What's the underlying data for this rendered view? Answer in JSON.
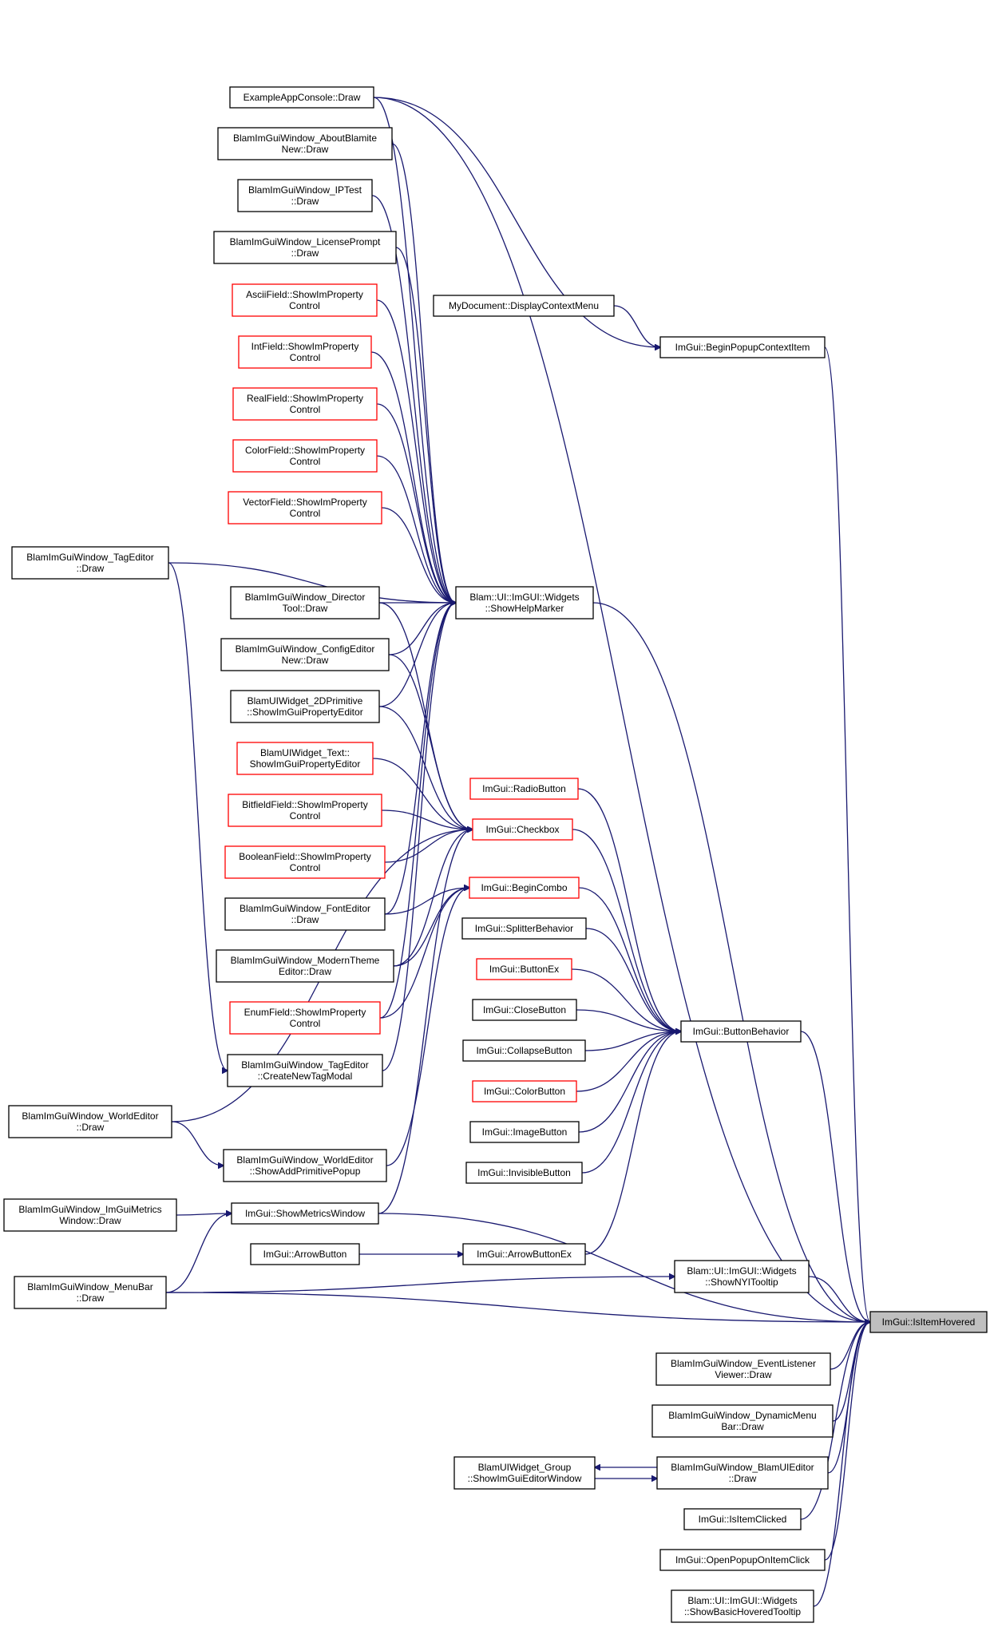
{
  "graph": {
    "nodes": [
      {
        "id": "isItemHovered",
        "lines": [
          "ImGui::IsItemHovered"
        ],
        "style": "highlight"
      },
      {
        "id": "appConsole",
        "lines": [
          "ExampleAppConsole::Draw"
        ],
        "style": "black"
      },
      {
        "id": "aboutBlamite",
        "lines": [
          "BlamImGuiWindow_AboutBlamite",
          "New::Draw"
        ],
        "style": "black"
      },
      {
        "id": "ipTest",
        "lines": [
          "BlamImGuiWindow_IPTest",
          "::Draw"
        ],
        "style": "black"
      },
      {
        "id": "licensePrompt",
        "lines": [
          "BlamImGuiWindow_LicensePrompt",
          "::Draw"
        ],
        "style": "black"
      },
      {
        "id": "asciiField",
        "lines": [
          "AsciiField::ShowImProperty",
          "Control"
        ],
        "style": "red"
      },
      {
        "id": "intField",
        "lines": [
          "IntField::ShowImProperty",
          "Control"
        ],
        "style": "red"
      },
      {
        "id": "realField",
        "lines": [
          "RealField::ShowImProperty",
          "Control"
        ],
        "style": "red"
      },
      {
        "id": "colorField",
        "lines": [
          "ColorField::ShowImProperty",
          "Control"
        ],
        "style": "red"
      },
      {
        "id": "vectorField",
        "lines": [
          "VectorField::ShowImProperty",
          "Control"
        ],
        "style": "red"
      },
      {
        "id": "directorTool",
        "lines": [
          "BlamImGuiWindow_Director",
          "Tool::Draw"
        ],
        "style": "black"
      },
      {
        "id": "configEditor",
        "lines": [
          "BlamImGuiWindow_ConfigEditor",
          "New::Draw"
        ],
        "style": "black"
      },
      {
        "id": "primitive2d",
        "lines": [
          "BlamUIWidget_2DPrimitive",
          "::ShowImGuiPropertyEditor"
        ],
        "style": "black"
      },
      {
        "id": "uiText",
        "lines": [
          "BlamUIWidget_Text::",
          "ShowImGuiPropertyEditor"
        ],
        "style": "red"
      },
      {
        "id": "bitfieldField",
        "lines": [
          "BitfieldField::ShowImProperty",
          "Control"
        ],
        "style": "red"
      },
      {
        "id": "booleanField",
        "lines": [
          "BooleanField::ShowImProperty",
          "Control"
        ],
        "style": "red"
      },
      {
        "id": "fontEditor",
        "lines": [
          "BlamImGuiWindow_FontEditor",
          "::Draw"
        ],
        "style": "black"
      },
      {
        "id": "modernTheme",
        "lines": [
          "BlamImGuiWindow_ModernTheme",
          "Editor::Draw"
        ],
        "style": "black"
      },
      {
        "id": "enumField",
        "lines": [
          "EnumField::ShowImProperty",
          "Control"
        ],
        "style": "red"
      },
      {
        "id": "createNewTag",
        "lines": [
          "BlamImGuiWindow_TagEditor",
          "::CreateNewTagModal"
        ],
        "style": "black"
      },
      {
        "id": "showAddPrim",
        "lines": [
          "BlamImGuiWindow_WorldEditor",
          "::ShowAddPrimitivePopup"
        ],
        "style": "black"
      },
      {
        "id": "tagEditor",
        "lines": [
          "BlamImGuiWindow_TagEditor",
          "::Draw"
        ],
        "style": "black"
      },
      {
        "id": "worldEditor",
        "lines": [
          "BlamImGuiWindow_WorldEditor",
          "::Draw"
        ],
        "style": "black"
      },
      {
        "id": "imguiMetrics",
        "lines": [
          "BlamImGuiWindow_ImGuiMetrics",
          "Window::Draw"
        ],
        "style": "black"
      },
      {
        "id": "menuBar",
        "lines": [
          "BlamImGuiWindow_MenuBar",
          "::Draw"
        ],
        "style": "black"
      },
      {
        "id": "myDocument",
        "lines": [
          "MyDocument::DisplayContextMenu"
        ],
        "style": "black"
      },
      {
        "id": "beginPopupCtx",
        "lines": [
          "ImGui::BeginPopupContextItem"
        ],
        "style": "black"
      },
      {
        "id": "showHelpMarker",
        "lines": [
          "Blam::UI::ImGUI::Widgets",
          "::ShowHelpMarker"
        ],
        "style": "black"
      },
      {
        "id": "radioButton",
        "lines": [
          "ImGui::RadioButton"
        ],
        "style": "red"
      },
      {
        "id": "checkbox",
        "lines": [
          "ImGui::Checkbox"
        ],
        "style": "red"
      },
      {
        "id": "beginCombo",
        "lines": [
          "ImGui::BeginCombo"
        ],
        "style": "red"
      },
      {
        "id": "splitter",
        "lines": [
          "ImGui::SplitterBehavior"
        ],
        "style": "black"
      },
      {
        "id": "buttonEx",
        "lines": [
          "ImGui::ButtonEx"
        ],
        "style": "red"
      },
      {
        "id": "closeButton",
        "lines": [
          "ImGui::CloseButton"
        ],
        "style": "black"
      },
      {
        "id": "collapseButton",
        "lines": [
          "ImGui::CollapseButton"
        ],
        "style": "black"
      },
      {
        "id": "colorButton",
        "lines": [
          "ImGui::ColorButton"
        ],
        "style": "red"
      },
      {
        "id": "imageButton",
        "lines": [
          "ImGui::ImageButton"
        ],
        "style": "black"
      },
      {
        "id": "invisibleButton",
        "lines": [
          "ImGui::InvisibleButton"
        ],
        "style": "black"
      },
      {
        "id": "buttonBehavior",
        "lines": [
          "ImGui::ButtonBehavior"
        ],
        "style": "black"
      },
      {
        "id": "showMetrics",
        "lines": [
          "ImGui::ShowMetricsWindow"
        ],
        "style": "black"
      },
      {
        "id": "arrowButton",
        "lines": [
          "ImGui::ArrowButton"
        ],
        "style": "black"
      },
      {
        "id": "arrowButtonEx",
        "lines": [
          "ImGui::ArrowButtonEx"
        ],
        "style": "black"
      },
      {
        "id": "showNYI",
        "lines": [
          "Blam::UI::ImGUI::Widgets",
          "::ShowNYITooltip"
        ],
        "style": "black"
      },
      {
        "id": "eventListener",
        "lines": [
          "BlamImGuiWindow_EventListener",
          "Viewer::Draw"
        ],
        "style": "black"
      },
      {
        "id": "dynamicMenu",
        "lines": [
          "BlamImGuiWindow_DynamicMenu",
          "Bar::Draw"
        ],
        "style": "black"
      },
      {
        "id": "blamUIEditor",
        "lines": [
          "BlamImGuiWindow_BlamUIEditor",
          "::Draw"
        ],
        "style": "black"
      },
      {
        "id": "uiGroup",
        "lines": [
          "BlamUIWidget_Group",
          "::ShowImGuiEditorWindow"
        ],
        "style": "black"
      },
      {
        "id": "isItemClicked",
        "lines": [
          "ImGui::IsItemClicked"
        ],
        "style": "black"
      },
      {
        "id": "openPopup",
        "lines": [
          "ImGui::OpenPopupOnItemClick"
        ],
        "style": "black"
      },
      {
        "id": "basicTooltip",
        "lines": [
          "Blam::UI::ImGUI::Widgets",
          "::ShowBasicHoveredTooltip"
        ],
        "style": "black"
      }
    ],
    "edges": [
      {
        "from": "appConsole",
        "to": "isItemHovered"
      },
      {
        "from": "appConsole",
        "to": "showHelpMarker"
      },
      {
        "from": "appConsole",
        "to": "beginPopupCtx"
      },
      {
        "from": "aboutBlamite",
        "to": "showHelpMarker"
      },
      {
        "from": "ipTest",
        "to": "showHelpMarker"
      },
      {
        "from": "licensePrompt",
        "to": "showHelpMarker"
      },
      {
        "from": "asciiField",
        "to": "showHelpMarker"
      },
      {
        "from": "intField",
        "to": "showHelpMarker"
      },
      {
        "from": "realField",
        "to": "showHelpMarker"
      },
      {
        "from": "colorField",
        "to": "showHelpMarker"
      },
      {
        "from": "vectorField",
        "to": "showHelpMarker"
      },
      {
        "from": "directorTool",
        "to": "showHelpMarker"
      },
      {
        "from": "directorTool",
        "to": "checkbox"
      },
      {
        "from": "configEditor",
        "to": "showHelpMarker"
      },
      {
        "from": "configEditor",
        "to": "checkbox"
      },
      {
        "from": "primitive2d",
        "to": "showHelpMarker"
      },
      {
        "from": "primitive2d",
        "to": "checkbox"
      },
      {
        "from": "uiText",
        "to": "checkbox"
      },
      {
        "from": "bitfieldField",
        "to": "checkbox"
      },
      {
        "from": "booleanField",
        "to": "checkbox"
      },
      {
        "from": "fontEditor",
        "to": "showHelpMarker"
      },
      {
        "from": "fontEditor",
        "to": "beginCombo"
      },
      {
        "from": "modernTheme",
        "to": "checkbox"
      },
      {
        "from": "modernTheme",
        "to": "beginCombo"
      },
      {
        "from": "enumField",
        "to": "showHelpMarker"
      },
      {
        "from": "enumField",
        "to": "beginCombo"
      },
      {
        "from": "tagEditor",
        "to": "createNewTag"
      },
      {
        "from": "tagEditor",
        "to": "showHelpMarker"
      },
      {
        "from": "createNewTag",
        "to": "showHelpMarker"
      },
      {
        "from": "worldEditor",
        "to": "showAddPrim"
      },
      {
        "from": "worldEditor",
        "to": "checkbox"
      },
      {
        "from": "showAddPrim",
        "to": "beginCombo"
      },
      {
        "from": "imguiMetrics",
        "to": "showMetrics"
      },
      {
        "from": "menuBar",
        "to": "showMetrics"
      },
      {
        "from": "menuBar",
        "to": "showNYI"
      },
      {
        "from": "menuBar",
        "to": "isItemHovered"
      },
      {
        "from": "showMetrics",
        "to": "checkbox"
      },
      {
        "from": "showMetrics",
        "to": "isItemHovered"
      },
      {
        "from": "myDocument",
        "to": "beginPopupCtx"
      },
      {
        "from": "beginPopupCtx",
        "to": "isItemHovered"
      },
      {
        "from": "showHelpMarker",
        "to": "isItemHovered"
      },
      {
        "from": "radioButton",
        "to": "buttonBehavior"
      },
      {
        "from": "checkbox",
        "to": "buttonBehavior"
      },
      {
        "from": "beginCombo",
        "to": "buttonBehavior"
      },
      {
        "from": "splitter",
        "to": "buttonBehavior"
      },
      {
        "from": "buttonEx",
        "to": "buttonBehavior"
      },
      {
        "from": "closeButton",
        "to": "buttonBehavior"
      },
      {
        "from": "collapseButton",
        "to": "buttonBehavior"
      },
      {
        "from": "colorButton",
        "to": "buttonBehavior"
      },
      {
        "from": "imageButton",
        "to": "buttonBehavior"
      },
      {
        "from": "invisibleButton",
        "to": "buttonBehavior"
      },
      {
        "from": "arrowButton",
        "to": "arrowButtonEx"
      },
      {
        "from": "arrowButtonEx",
        "to": "buttonBehavior"
      },
      {
        "from": "buttonBehavior",
        "to": "isItemHovered"
      },
      {
        "from": "showNYI",
        "to": "isItemHovered"
      },
      {
        "from": "eventListener",
        "to": "isItemHovered"
      },
      {
        "from": "dynamicMenu",
        "to": "isItemHovered"
      },
      {
        "from": "blamUIEditor",
        "to": "isItemHovered"
      },
      {
        "from": "blamUIEditor",
        "to": "uiGroup"
      },
      {
        "from": "uiGroup",
        "to": "blamUIEditor"
      },
      {
        "from": "isItemClicked",
        "to": "isItemHovered"
      },
      {
        "from": "openPopup",
        "to": "isItemHovered"
      },
      {
        "from": "basicTooltip",
        "to": "isItemHovered"
      }
    ]
  },
  "colors": {
    "edge": "#191970",
    "red_border": "#ff0000",
    "highlight_fill": "#bfbfbf"
  }
}
